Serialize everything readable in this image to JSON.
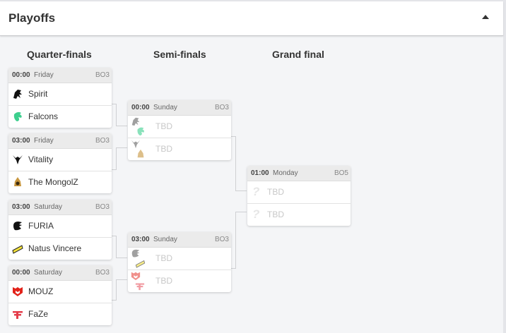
{
  "header": {
    "title": "Playoffs",
    "toggle_icon": "caret-up-icon"
  },
  "rounds": [
    {
      "label": "Quarter-finals"
    },
    {
      "label": "Semi-finals"
    },
    {
      "label": "Grand final"
    }
  ],
  "quarterfinals": [
    {
      "time": "00:00",
      "day": "Friday",
      "format": "BO3",
      "teams": [
        {
          "name": "Spirit",
          "logo": "spirit-logo"
        },
        {
          "name": "Falcons",
          "logo": "falcons-logo"
        }
      ]
    },
    {
      "time": "03:00",
      "day": "Friday",
      "format": "BO3",
      "teams": [
        {
          "name": "Vitality",
          "logo": "vitality-logo"
        },
        {
          "name": "The MongolZ",
          "logo": "mongolz-logo"
        }
      ]
    },
    {
      "time": "03:00",
      "day": "Saturday",
      "format": "BO3",
      "teams": [
        {
          "name": "FURIA",
          "logo": "furia-logo"
        },
        {
          "name": "Natus Vincere",
          "logo": "navi-logo"
        }
      ]
    },
    {
      "time": "00:00",
      "day": "Saturday",
      "format": "BO3",
      "teams": [
        {
          "name": "MOUZ",
          "logo": "mouz-logo"
        },
        {
          "name": "FaZe",
          "logo": "faze-logo"
        }
      ]
    }
  ],
  "semifinals": [
    {
      "time": "00:00",
      "day": "Sunday",
      "format": "BO3",
      "teams": [
        {
          "name": "TBD",
          "logos": [
            "spirit-logo",
            "falcons-logo"
          ]
        },
        {
          "name": "TBD",
          "logos": [
            "vitality-logo",
            "mongolz-logo"
          ]
        }
      ]
    },
    {
      "time": "03:00",
      "day": "Sunday",
      "format": "BO3",
      "teams": [
        {
          "name": "TBD",
          "logos": [
            "furia-logo",
            "navi-logo"
          ]
        },
        {
          "name": "TBD",
          "logos": [
            "mouz-logo",
            "faze-logo"
          ]
        }
      ]
    }
  ],
  "grandfinal": {
    "time": "01:00",
    "day": "Monday",
    "format": "BO5",
    "teams": [
      {
        "name": "TBD",
        "logo": "question-mark-icon"
      },
      {
        "name": "TBD",
        "logo": "question-mark-icon"
      }
    ]
  },
  "colors": {
    "falcons": "#3dcf8e",
    "mouz": "#e2231a",
    "faze": "#e43c4a",
    "navi": "#f4e23a",
    "mongolz": "#c8963e"
  }
}
